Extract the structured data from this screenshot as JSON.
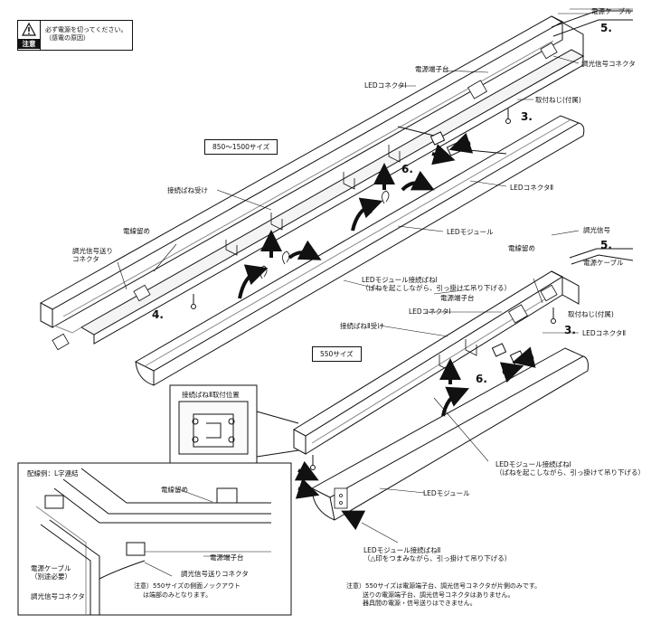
{
  "warning": {
    "badge": "注意",
    "line1": "必ず電源を切ってください。",
    "line2": "（感電の原因）"
  },
  "size_labels": {
    "large": "850～1500サイズ",
    "small": "550サイズ"
  },
  "steps": {
    "s3a": "3.",
    "s3b": "3.",
    "s4": "4.",
    "s5a": "5.",
    "s5b": "5.",
    "s6a": "6.",
    "s6b": "6."
  },
  "labels": {
    "power_cable_top": "電源ケーブル",
    "dimming_connector_top": "調光信号コネクタ",
    "power_terminal_top": "電源端子台",
    "led_connector_1_top": "LEDコネクタⅠ",
    "screw_top": "取付ねじ(付属)",
    "led_connector_2_top": "LEDコネクタⅡ",
    "spring_receiver": "接続ばね受け",
    "led_module_top": "LEDモジュール",
    "wire_clamp_top": "電線留め",
    "dimming_feed_connector_line1": "調光信号送り",
    "dimming_feed_connector_line2": "コネクタ",
    "dimming_connector_mid": "調光信号",
    "power_cable_mid": "電源ケーブル",
    "wire_clamp_mid": "電線留め",
    "spring_1_mid_line1": "LEDモジュール接続ばねⅠ",
    "spring_1_mid_line2": "（ばねを起こしながら、引っ掛けて吊り下げる）",
    "power_terminal_mid": "電源端子台",
    "led_connector_1_mid": "LEDコネクタⅠ",
    "screw_mid": "取付ねじ(付属)",
    "spring_receiver_2": "接続ばねⅡ受け",
    "led_connector_2_mid": "LEDコネクタⅡ",
    "spring_2_position": "接続ばねⅡ取付位置",
    "spring_1_bottom_line1": "LEDモジュール接続ばねⅠ",
    "spring_1_bottom_line2": "（ばねを起こしながら、引っ掛けて吊り下げる）",
    "led_module_bottom": "LEDモジュール",
    "spring_2_bottom_line1": "LEDモジュール接続ばねⅡ",
    "spring_2_bottom_line2": "（△印をつまみながら、引っ掛けて吊り下げる）"
  },
  "inset": {
    "title": "配線例：L字連結",
    "wire_clamp": "電線留め",
    "power_terminal": "電源端子台",
    "power_cable_line1": "電源ケーブル",
    "power_cable_line2": "（別途必要）",
    "dimming_feed": "調光信号送りコネクタ",
    "dimming_connector": "調光信号コネクタ",
    "note_line1": "注意）550サイズの側面ノックアウト",
    "note_line2": "は端部のみとなります。"
  },
  "note": {
    "line1": "注意）550サイズは電源端子台、調光信号コネクタが片側のみです。",
    "line2": "送りの電源端子台、調光信号コネクタはありません。",
    "line3": "器具間の電源・信号送りはできません。"
  },
  "colors": {
    "line": "#111111",
    "gray": "#888888"
  }
}
